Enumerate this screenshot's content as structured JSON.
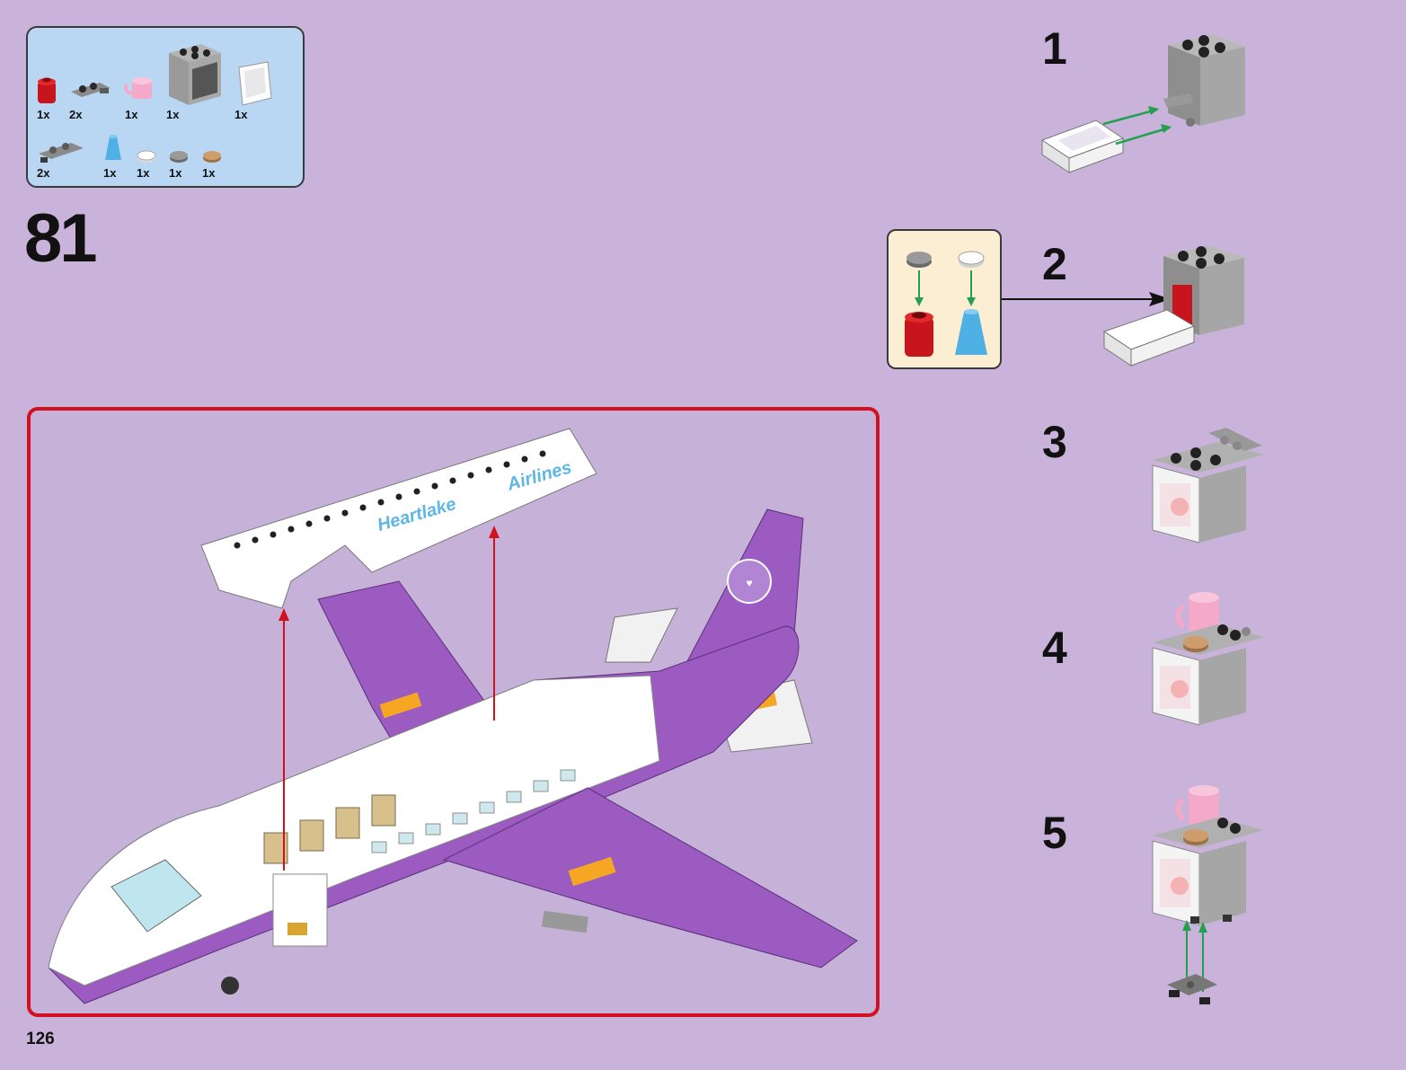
{
  "parts_list": {
    "row1": [
      {
        "name": "red-round-brick",
        "qty": "1x"
      },
      {
        "name": "grey-plate-clip",
        "qty": "2x"
      },
      {
        "name": "pink-cup",
        "qty": "1x"
      },
      {
        "name": "grey-cupboard",
        "qty": "1x"
      },
      {
        "name": "white-door",
        "qty": "1x"
      }
    ],
    "row2": [
      {
        "name": "grey-plate-wheels",
        "qty": "2x"
      },
      {
        "name": "blue-cone",
        "qty": "1x"
      },
      {
        "name": "white-round-tile",
        "qty": "1x"
      },
      {
        "name": "grey-round-tile",
        "qty": "1x"
      },
      {
        "name": "tan-round-tile",
        "qty": "1x"
      }
    ]
  },
  "step_number": "81",
  "sub_steps": [
    "1",
    "2",
    "3",
    "4",
    "5"
  ],
  "page_number": "126",
  "fuselage_text": [
    "Heartlake",
    "Airlines"
  ],
  "colors": {
    "background": "#c9b3da",
    "parts_panel": "#b9d7f2",
    "callout": "#fbeed3",
    "frame": "#d3101f",
    "arrow_green": "#22a050",
    "plane_purple": "#9b5bc0"
  }
}
